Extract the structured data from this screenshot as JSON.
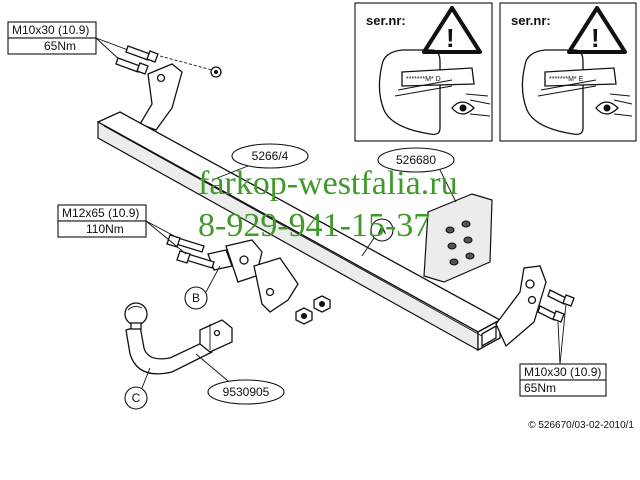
{
  "bolt_spec_top_left": {
    "size": "M10x30 (10.9)",
    "torque": "65Nm"
  },
  "bolt_spec_left": {
    "size": "M12x65 (10.9)",
    "torque": "110Nm"
  },
  "bolt_spec_bottom_right": {
    "size": "M10x30 (10.9)",
    "torque": "65Nm"
  },
  "part_numbers": {
    "crossbar": "5266/4",
    "electric_kit": "526680",
    "ball": "9530905"
  },
  "callouts": {
    "a": "A",
    "b": "B",
    "c": "C"
  },
  "serial_panels": [
    {
      "title": "ser.nr:",
      "plate_text": "*******M* D"
    },
    {
      "title": "ser.nr:",
      "plate_text": "*******M* E"
    }
  ],
  "watermark": {
    "site": "farkop-westfalia.ru",
    "phone": "8-929-941-15-37"
  },
  "copyright": "© 526670/03-02-2010/1",
  "colors": {
    "watermark": "#3f9a2a",
    "line": "#111111"
  },
  "icons": [
    "warning-triangle-icon",
    "eye-icon",
    "bolt-icon",
    "nut-icon"
  ]
}
